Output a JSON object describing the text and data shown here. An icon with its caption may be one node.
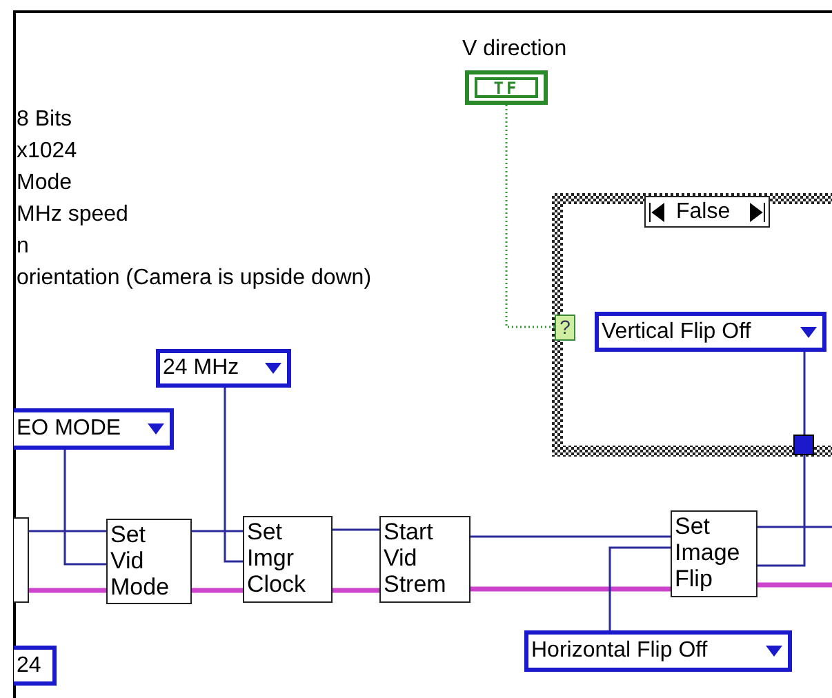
{
  "diagram": {
    "nodes": [
      {
        "text": [
          "V direction",
          "TF"
        ]
      },
      {
        "text": [
          "False"
        ]
      },
      {
        "text": [
          "?"
        ],
        "in": 1
      },
      {
        "text": [
          "Vertical Flip Off"
        ],
        "in": 1
      },
      {
        "text": [],
        "shape": "box",
        "in": 1
      },
      {
        "text": [
          "24 MHz"
        ]
      },
      {
        "text": [
          "EO MODE"
        ]
      },
      {
        "text": [],
        "shape": "box"
      },
      {
        "text": [
          "Set Vid Mode"
        ]
      },
      {
        "text": [
          "Set Imgr Clock"
        ]
      },
      {
        "text": [
          "Start Vid Strem"
        ]
      },
      {
        "text": [
          "Set Image Flip"
        ]
      },
      {
        "text": [
          "Horizontal Flip Off"
        ]
      },
      {
        "text": [
          "24"
        ]
      }
    ],
    "edges": [
      {
        "from": 0,
        "to": 2,
        "arrow": "none",
        "style": "dashed",
        "color": "#339933"
      },
      {
        "from": 3,
        "to": 4,
        "arrow": "none"
      },
      {
        "from": 4,
        "to": 11,
        "arrow": "none"
      },
      {
        "from": 6,
        "to": 8,
        "arrow": "none"
      },
      {
        "from": 5,
        "to": 9,
        "arrow": "none"
      },
      {
        "from": 7,
        "to": 8,
        "arrow": "none"
      },
      {
        "from": 7,
        "to": 8,
        "arrow": "none",
        "style": "thick",
        "color": "#cc44cc"
      },
      {
        "from": 8,
        "to": 9,
        "arrow": "none"
      },
      {
        "from": 8,
        "to": 9,
        "arrow": "none",
        "style": "thick",
        "color": "#cc44cc"
      },
      {
        "from": 9,
        "to": 10,
        "arrow": "none"
      },
      {
        "from": 9,
        "to": 10,
        "arrow": "none",
        "style": "thick",
        "color": "#cc44cc"
      },
      {
        "from": 10,
        "to": 11,
        "arrow": "none"
      },
      {
        "from": 10,
        "to": 11,
        "arrow": "none",
        "style": "thick",
        "color": "#cc44cc"
      },
      {
        "from": 12,
        "to": 11,
        "arrow": "none"
      },
      {
        "from": 11,
        "to": null,
        "arrow": "none"
      },
      {
        "from": 11,
        "to": null,
        "arrow": "none",
        "style": "thick",
        "color": "#cc44cc"
      }
    ],
    "labels": [
      "8 Bits",
      "x1024",
      "Mode",
      "MHz speed",
      "n",
      "orientation (Camera is upside down)"
    ]
  }
}
